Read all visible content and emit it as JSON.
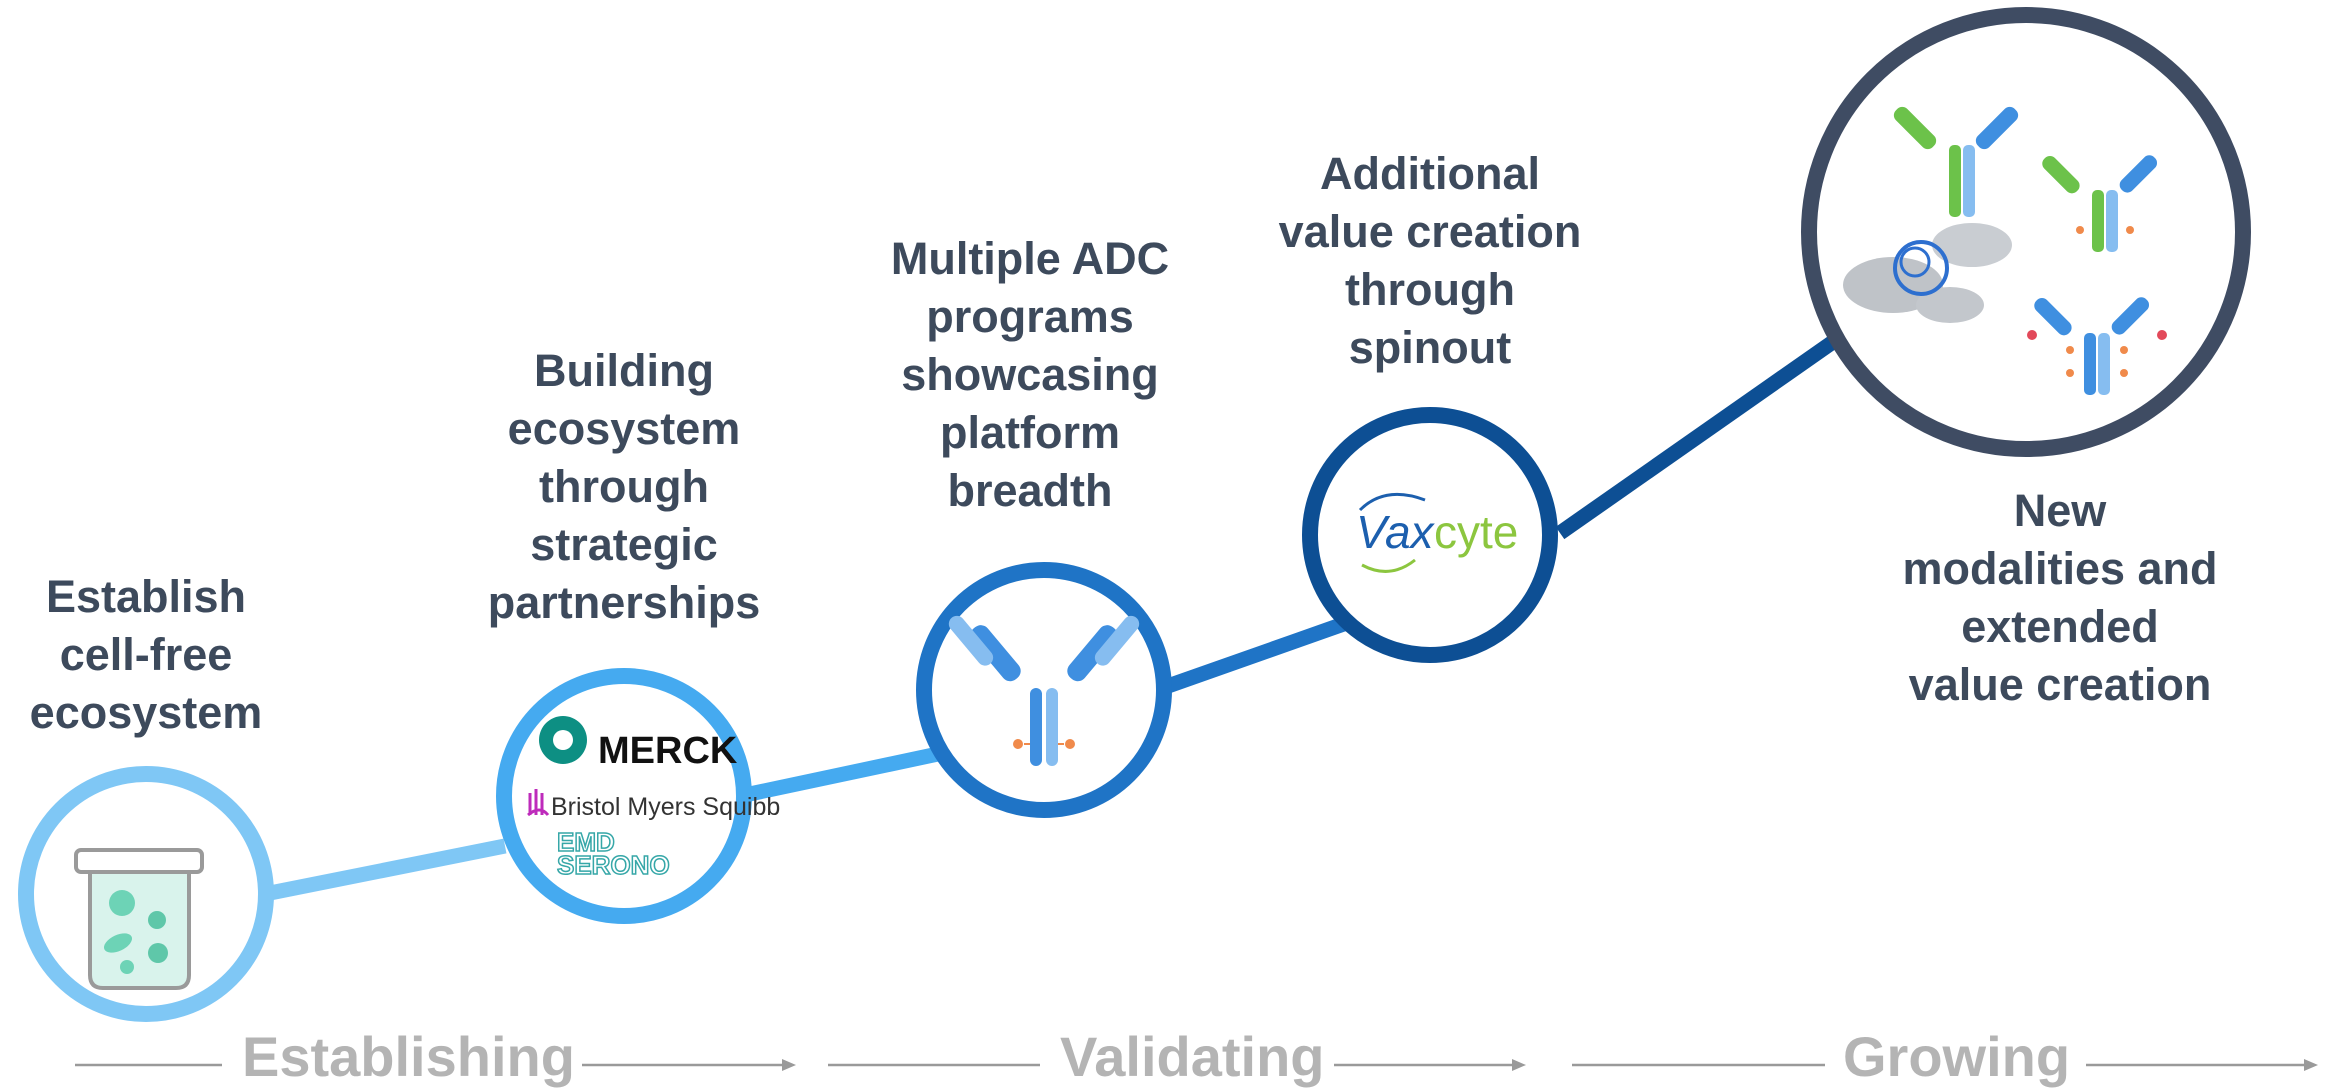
{
  "steps": [
    {
      "label": "Establish\ncell-free\necosystem",
      "ring_color": "#7fc7f5",
      "icon": "cell-free-reaction-tube-icon"
    },
    {
      "label": "Building\necosystem\nthrough\nstrategic\npartnerships",
      "ring_color": "#45aaf0",
      "icon": "partner-logos",
      "logos": {
        "merck": "MERCK",
        "bms": "Bristol Myers Squibb",
        "emd_line1": "EMD",
        "emd_line2": "SERONO"
      }
    },
    {
      "label": "Multiple ADC\nprograms\nshowcasing\nplatform\nbreadth",
      "ring_color": "#1f74c6",
      "icon": "antibody-drug-conjugate-icon"
    },
    {
      "label": "Additional\nvalue creation\nthrough\nspinout",
      "ring_color": "#0d4f94",
      "icon": "vaxcyte-logo",
      "logos": {
        "vax_a": "Vax",
        "vax_b": "cyte"
      }
    },
    {
      "label": "New\nmodalities and\nextended\nvalue creation",
      "ring_color": "#3f4c63",
      "icon": "new-modalities-antibodies-icon"
    }
  ],
  "phases": [
    "Establishing",
    "Validating",
    "Growing"
  ],
  "colors": {
    "text": "#3d4a5c",
    "phase_text": "#b4b4b4",
    "arrow": "#9a9a9a",
    "merck_teal": "#0d8f83",
    "bms_purple": "#be2bbb",
    "emd_teal": "#36a7a8",
    "vaxcyte_blue": "#1c5fae",
    "vaxcyte_green": "#8cc63f",
    "antibody_blue": "#3f8fe0",
    "antibody_light": "#86bdf0",
    "antibody_green": "#6cc24a",
    "payload_orange": "#f08a4b"
  }
}
